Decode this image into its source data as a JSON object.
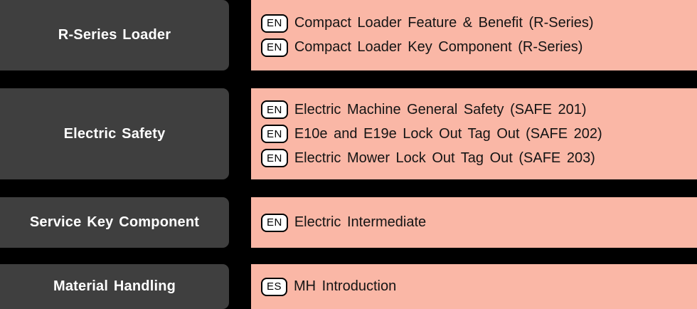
{
  "colors": {
    "background": "#000000",
    "category_box": "#3F3F3F",
    "category_text": "#FFFFFF",
    "items_box": "#FAB7A6",
    "item_text": "#141414",
    "badge_background": "#FFFFFF",
    "badge_border": "#000000"
  },
  "rows": [
    {
      "category": "R-Series Loader",
      "items": [
        {
          "lang": "EN",
          "title": "Compact Loader Feature & Benefit (R-Series)"
        },
        {
          "lang": "EN",
          "title": "Compact Loader Key Component (R-Series)"
        }
      ]
    },
    {
      "category": "Electric Safety",
      "items": [
        {
          "lang": "EN",
          "title": "Electric Machine General Safety (SAFE 201)"
        },
        {
          "lang": "EN",
          "title": "E10e and E19e Lock Out Tag Out (SAFE 202)"
        },
        {
          "lang": "EN",
          "title": "Electric Mower Lock Out Tag Out (SAFE 203)"
        }
      ]
    },
    {
      "category": "Service Key Component",
      "items": [
        {
          "lang": "EN",
          "title": "Electric Intermediate"
        }
      ]
    },
    {
      "category": "Material Handling",
      "items": [
        {
          "lang": "ES",
          "title": "MH Introduction"
        }
      ]
    }
  ]
}
